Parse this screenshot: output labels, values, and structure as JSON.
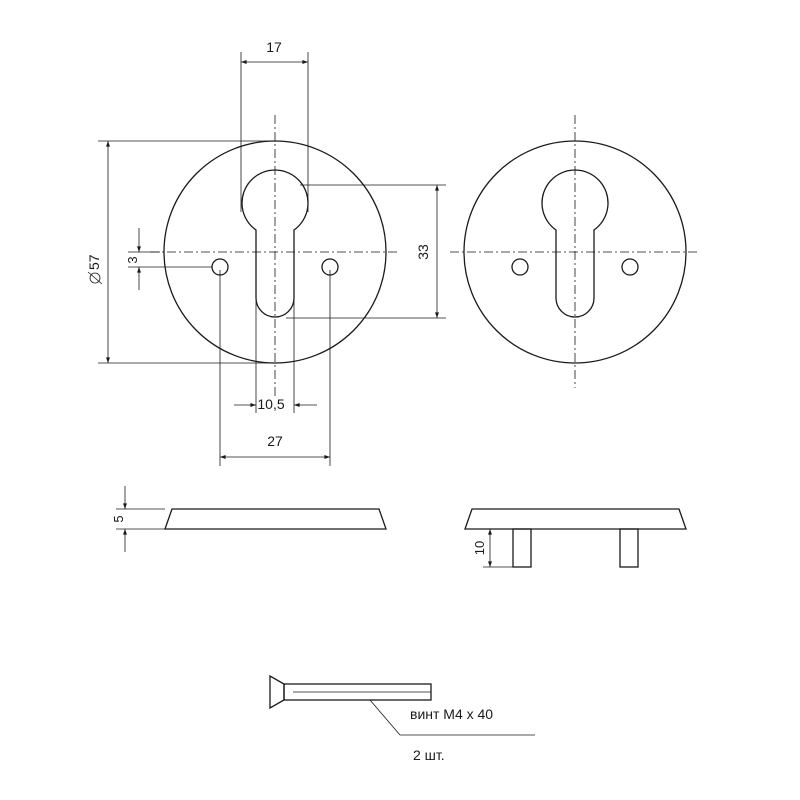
{
  "dimensions": {
    "slot_width": "17",
    "diameter": "57",
    "hole_offset": "3",
    "keyhole_height": "33",
    "slot_narrow": "10,5",
    "hole_spacing": "27",
    "plate_thickness": "5",
    "post_length": "10"
  },
  "screw": {
    "label": "винт М4 х 40",
    "quantity": "2 шт."
  }
}
